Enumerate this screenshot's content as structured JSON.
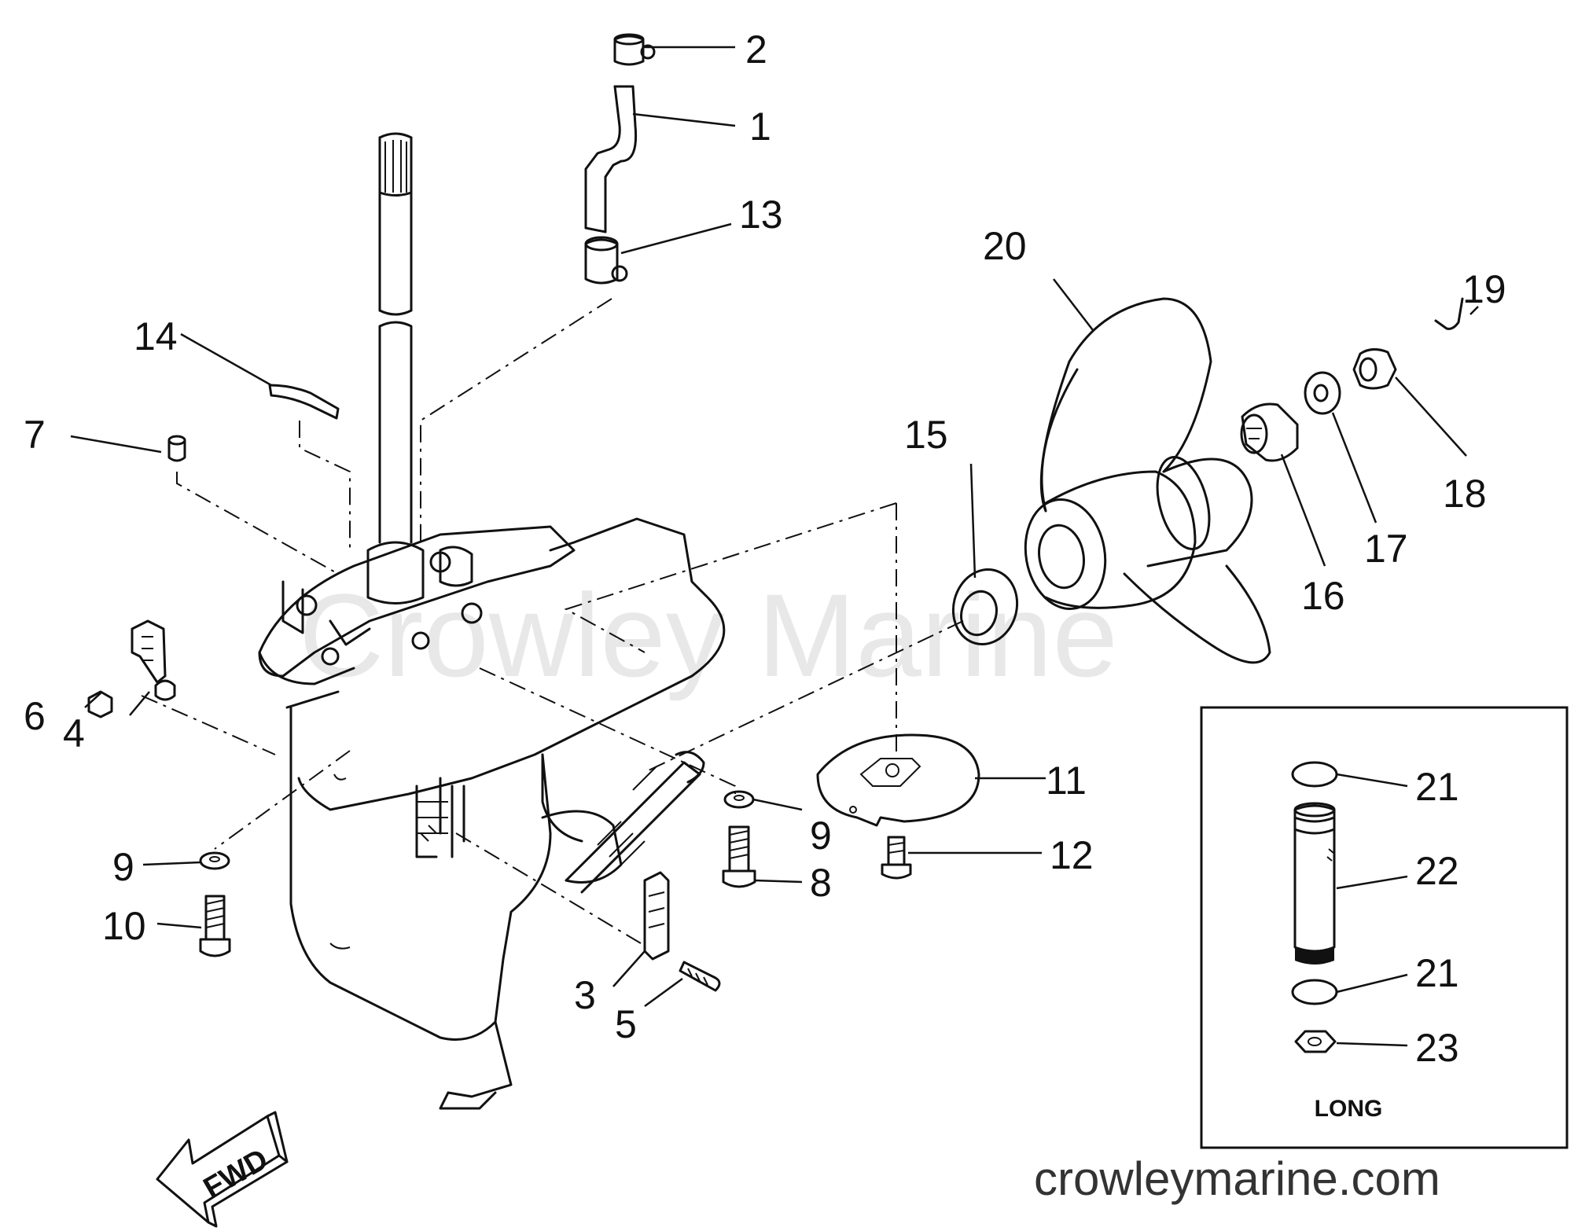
{
  "watermark": "Crowley Marine",
  "website": "crowleymarine.com",
  "direction_label": "FWD",
  "inset_label": "LONG",
  "callouts": {
    "c1": "1",
    "c2": "2",
    "c3": "3",
    "c4": "4",
    "c5": "5",
    "c6": "6",
    "c7": "7",
    "c8": "8",
    "c9a": "9",
    "c9b": "9",
    "c10": "10",
    "c11": "11",
    "c12": "12",
    "c13": "13",
    "c14": "14",
    "c15": "15",
    "c16": "16",
    "c17": "17",
    "c18": "18",
    "c19": "19",
    "c20": "20",
    "c21a": "21",
    "c21b": "21",
    "c22": "22",
    "c23": "23"
  }
}
